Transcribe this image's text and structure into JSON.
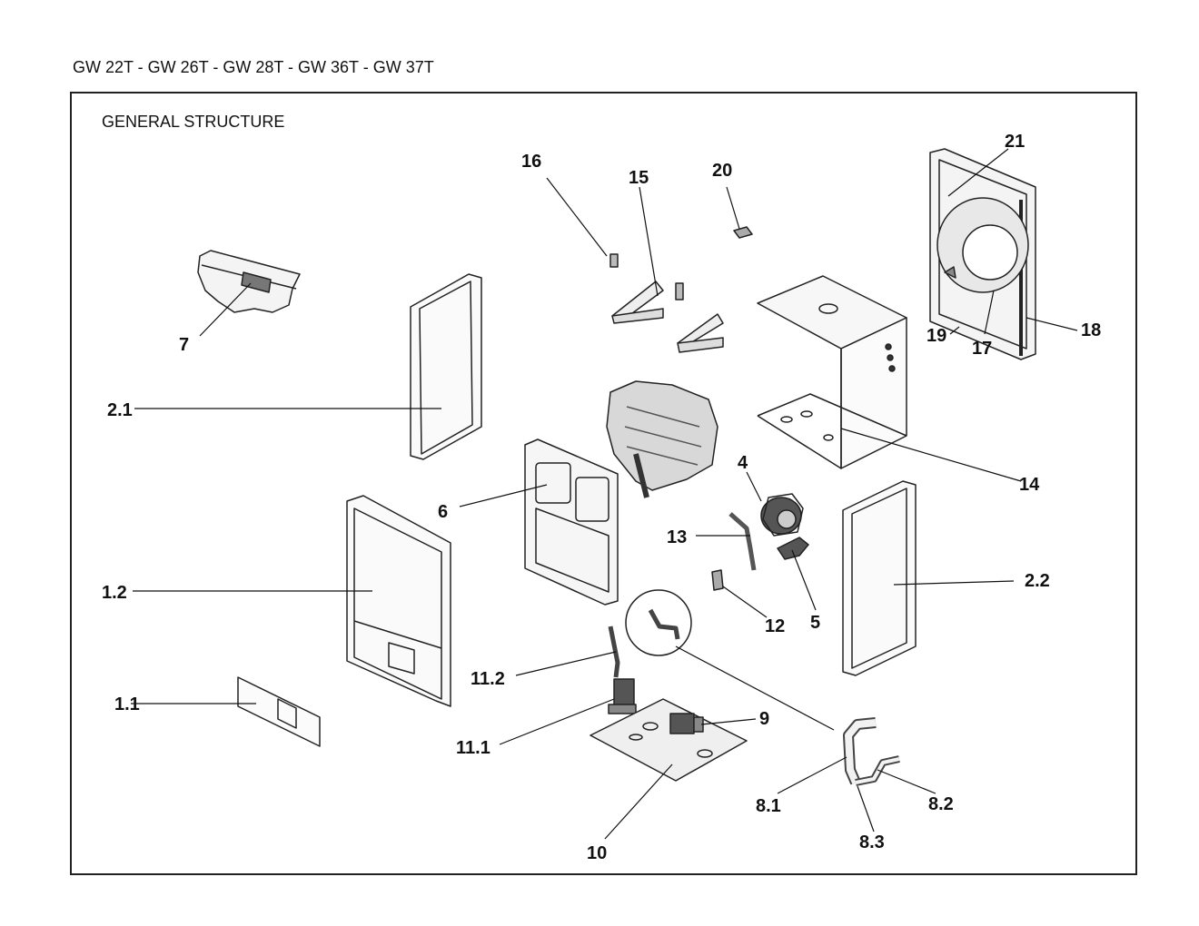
{
  "header": {
    "model_range": "GW 22T - GW 26T - GW 28T - GW 36T - GW 37T"
  },
  "section": {
    "title": "GENERAL STRUCTURE"
  },
  "callouts": {
    "c7": "7",
    "c2_1": "2.1",
    "c1_2": "1.2",
    "c1_1": "1.1",
    "c6": "6",
    "c16": "16",
    "c15": "15",
    "c20": "20",
    "c21": "21",
    "c19": "19",
    "c17": "17",
    "c18": "18",
    "c14": "14",
    "c4": "4",
    "c13": "13",
    "c5": "5",
    "c12": "12",
    "c2_2": "2.2",
    "c11_2": "11.2",
    "c11_1": "11.1",
    "c9": "9",
    "c10": "10",
    "c8_1": "8.1",
    "c8_2": "8.2",
    "c8_3": "8.3"
  }
}
